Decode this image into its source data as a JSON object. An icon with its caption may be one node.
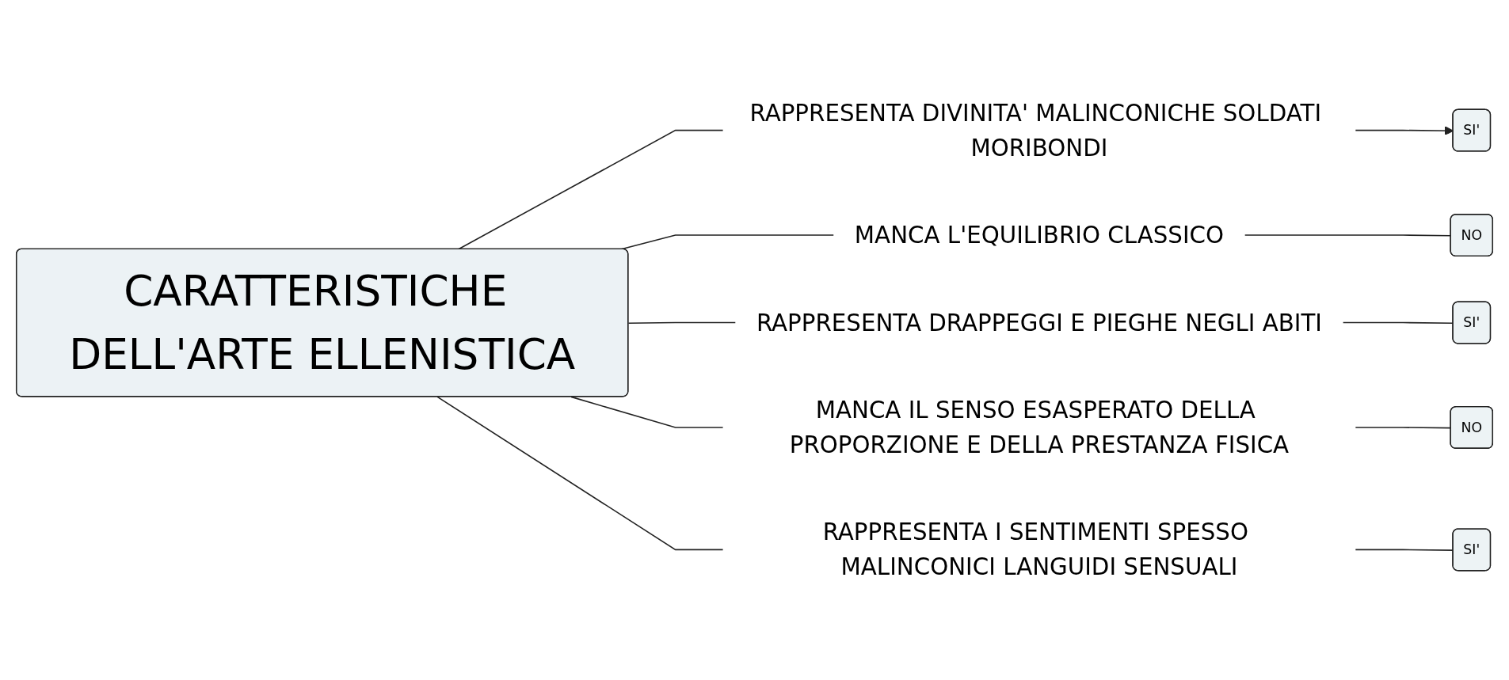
{
  "diagram": {
    "nodes": [
      {
        "text": [
          "CARATTERISTICHE DELL'ARTE ELLENISTICA"
        ]
      },
      {
        "text": [
          "RAPPRESENTA DIVINITA' MALINCONICHE SOLDATI MORIBONDI"
        ]
      },
      {
        "text": [
          "SI'"
        ]
      },
      {
        "text": [
          "MANCA L'EQUILIBRIO CLASSICO"
        ]
      },
      {
        "text": [
          "NO"
        ]
      },
      {
        "text": [
          "RAPPRESENTA DRAPPEGGI E PIEGHE NEGLI ABITI"
        ]
      },
      {
        "text": [
          "SI'"
        ]
      },
      {
        "text": [
          "MANCA IL SENSO ESASPERATO DELLA PROPORZIONE E DELLA PRESTANZA FISICA"
        ]
      },
      {
        "text": [
          "NO"
        ]
      },
      {
        "text": [
          "RAPPRESENTA I SENTIMENTI SPESSO MALINCONICI LANGUIDI SENSUALI"
        ]
      },
      {
        "text": [
          "SI'"
        ]
      }
    ],
    "edges": [
      {
        "from": 0,
        "to": 1,
        "arrow": "none"
      },
      {
        "from": 1,
        "to": 2,
        "arrow": "to"
      },
      {
        "from": 0,
        "to": 3,
        "arrow": "none"
      },
      {
        "from": 3,
        "to": 4,
        "arrow": "none"
      },
      {
        "from": 0,
        "to": 5,
        "arrow": "none"
      },
      {
        "from": 5,
        "to": 6,
        "arrow": "none"
      },
      {
        "from": 0,
        "to": 7,
        "arrow": "none"
      },
      {
        "from": 7,
        "to": 8,
        "arrow": "none"
      },
      {
        "from": 0,
        "to": 9,
        "arrow": "none"
      },
      {
        "from": 9,
        "to": 10,
        "arrow": "none"
      }
    ]
  }
}
